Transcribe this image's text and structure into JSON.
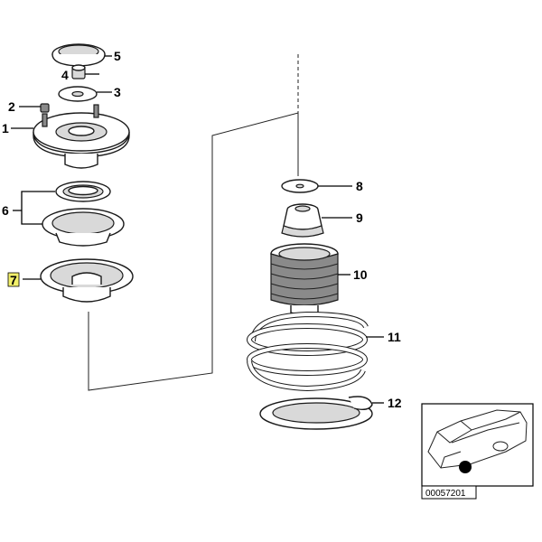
{
  "callouts": {
    "c1": "1",
    "c2": "2",
    "c3": "3",
    "c4": "4",
    "c5": "5",
    "c6": "6",
    "c7": "7",
    "c8": "8",
    "c9": "9",
    "c10": "10",
    "c11": "11",
    "c12": "12"
  },
  "highlight_color": "#f2f06a",
  "reference_inset": {
    "code": "00057201"
  }
}
